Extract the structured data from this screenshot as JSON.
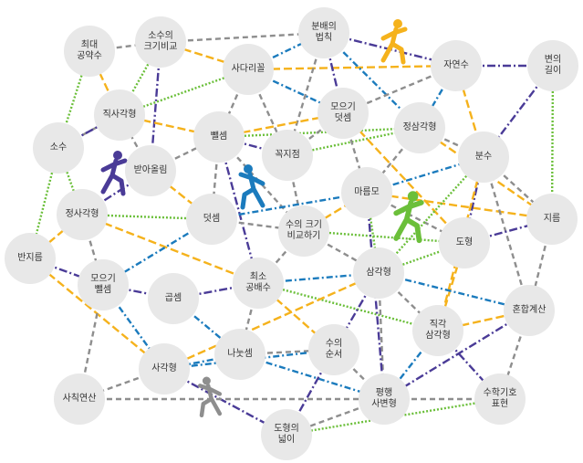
{
  "colors": {
    "node_fill": "#e8e8e8",
    "orange": "#f5b21c",
    "purple": "#4a3b97",
    "blue": "#1b7bbd",
    "green": "#6bbf3a",
    "gray": "#8e8e8e"
  },
  "nodes": [
    {
      "id": "choedae",
      "label": "최대\n공약수"
    },
    {
      "id": "sosu_keugi",
      "label": "소수의\n크기비교"
    },
    {
      "id": "bunbae",
      "label": "분배의\n법칙"
    },
    {
      "id": "sadarigol",
      "label": "사다리꼴"
    },
    {
      "id": "jayeonsu",
      "label": "자연수"
    },
    {
      "id": "byeon",
      "label": "변의\n길이"
    },
    {
      "id": "jiksagak",
      "label": "직사각형"
    },
    {
      "id": "moyi_deot",
      "label": "모으기\n덧셈"
    },
    {
      "id": "jeongsamgak",
      "label": "정삼각형"
    },
    {
      "id": "sosu",
      "label": "소수"
    },
    {
      "id": "ppaelsem",
      "label": "뺄셈"
    },
    {
      "id": "kkokjijeom",
      "label": "꼭지점"
    },
    {
      "id": "bunsu",
      "label": "분수"
    },
    {
      "id": "ballim",
      "label": "받아올림"
    },
    {
      "id": "marummo",
      "label": "마름모"
    },
    {
      "id": "jeongsagak",
      "label": "정사각형"
    },
    {
      "id": "jireum",
      "label": "지름"
    },
    {
      "id": "deotsem",
      "label": "덧셈"
    },
    {
      "id": "suui_keugi",
      "label": "수의 크기\n비교하기"
    },
    {
      "id": "dohyeong",
      "label": "도형"
    },
    {
      "id": "banjireum",
      "label": "반지름"
    },
    {
      "id": "moyi_ppael",
      "label": "모으기\n뺄셈"
    },
    {
      "id": "gopsem",
      "label": "곱셈"
    },
    {
      "id": "choeso",
      "label": "최소\n공배수"
    },
    {
      "id": "samgak",
      "label": "삼각형"
    },
    {
      "id": "honhap",
      "label": "혼합계산"
    },
    {
      "id": "jikgak",
      "label": "직각\n삼각형"
    },
    {
      "id": "nanutsem",
      "label": "나눗셈"
    },
    {
      "id": "suui_sunseo",
      "label": "수의\n순서"
    },
    {
      "id": "sagak",
      "label": "사각형"
    },
    {
      "id": "sachik",
      "label": "사칙연산"
    },
    {
      "id": "pyeonghaeng",
      "label": "평행\n사변형"
    },
    {
      "id": "suhak",
      "label": "수학기호\n표현"
    },
    {
      "id": "dohyeong_neolbi",
      "label": "도형의\n넓이"
    }
  ],
  "runners": [
    {
      "name": "orange-runner-icon",
      "color": "#f5b21c"
    },
    {
      "name": "purple-walker-icon",
      "color": "#4a3b97"
    },
    {
      "name": "blue-runner-icon",
      "color": "#1b7bbd"
    },
    {
      "name": "green-runner-icon",
      "color": "#6bbf3a"
    },
    {
      "name": "gray-runner-icon",
      "color": "#8e8e8e"
    }
  ]
}
